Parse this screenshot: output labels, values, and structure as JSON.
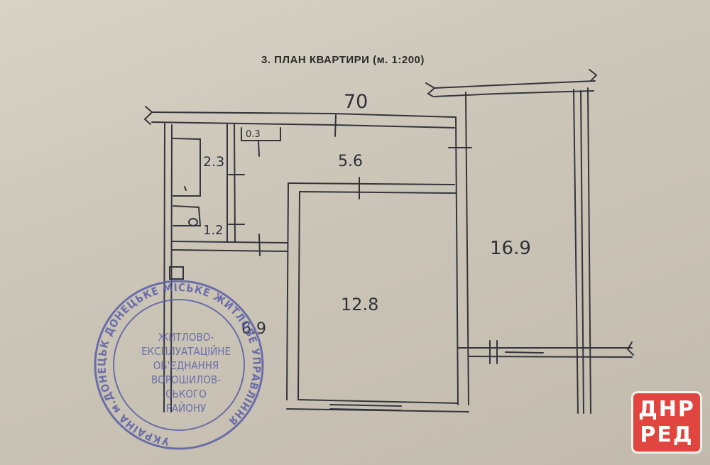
{
  "document": {
    "title": "3. ПЛАН КВАРТИРИ (м. 1:200)"
  },
  "plan": {
    "labels": {
      "top_dimension": "70",
      "corridor": "5.6",
      "closet": "0.3",
      "toilet": "2.3",
      "bath": "1.2",
      "kitchen": "6.9",
      "room_1": "12.8",
      "room_2": "16.9"
    }
  },
  "stamp": {
    "ring_text": "УКРАЇНА м.ДОНЕЦЬК ДОНЕЦЬКЕ МІСЬКЕ ЖИТЛОВЕ УПРАВЛІННЯ",
    "center_lines": [
      "ЖИТЛОВО-",
      "ЕКСПЛУАТАЦІЙНЕ",
      "ОБ'ЄДНАННЯ",
      "ВОРОШИЛОВ-",
      "СЬКОГО",
      "РАЙОНУ"
    ]
  },
  "watermark": {
    "line1": "ДНР",
    "line2": "РЕД",
    "color": "#e0463f"
  },
  "colors": {
    "ink": "#2f3038",
    "stamp": "#5b5fa6",
    "paper": "#d0cabe"
  }
}
